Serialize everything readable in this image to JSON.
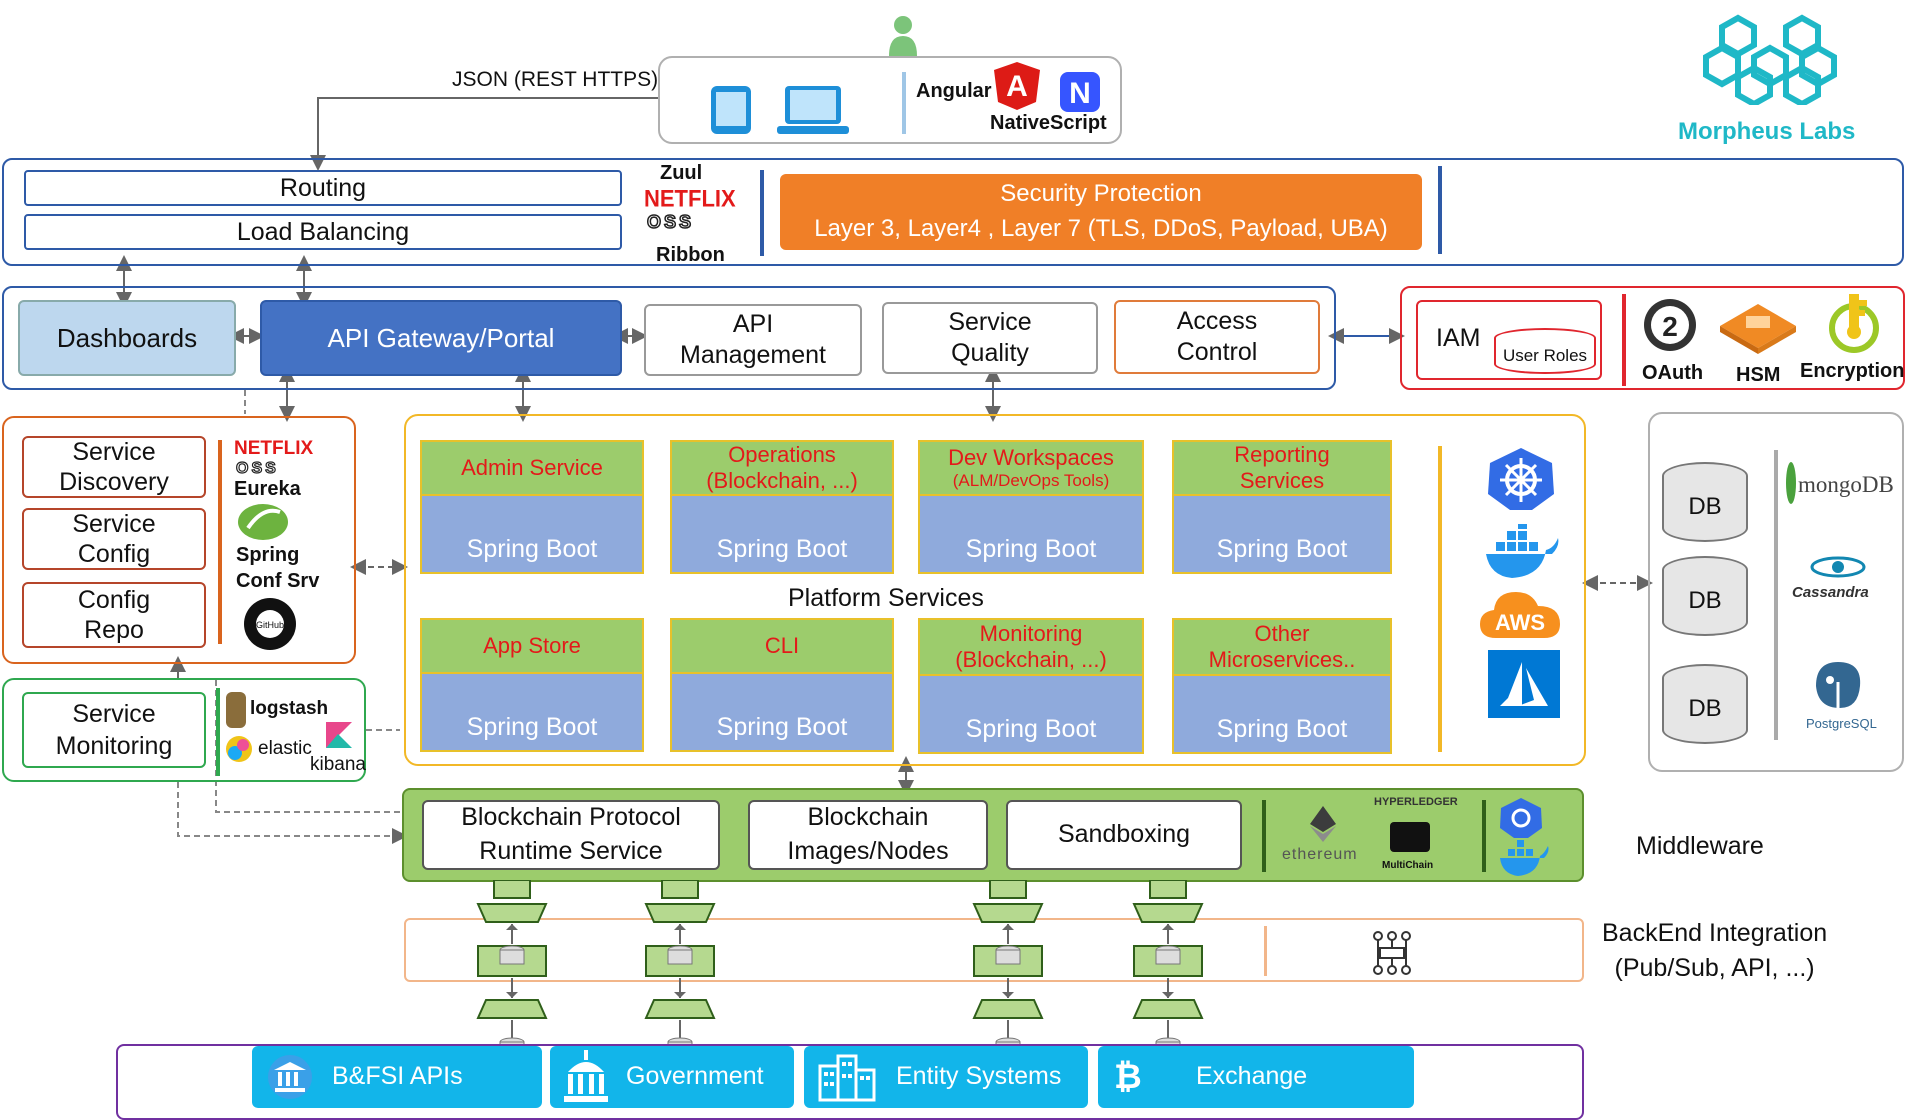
{
  "brand": {
    "name": "Morpheus Labs",
    "color": "#1fb8c7"
  },
  "client": {
    "json_label": "JSON (REST HTTPS)",
    "angular": "Angular",
    "nativescript": "NativeScript"
  },
  "routing": {
    "routing": "Routing",
    "load_balancing": "Load Balancing",
    "zuul": "Zuul",
    "netflix": "NETFLIX",
    "oss": "OSS",
    "ribbon": "Ribbon"
  },
  "security": {
    "title": "Security Protection",
    "layers": "Layer 3, Layer4 , Layer 7 (TLS, DDoS, Payload, UBA)",
    "color": "#f07f27"
  },
  "gateway": {
    "dashboards": "Dashboards",
    "api_gateway": "API Gateway/Portal",
    "api_mgmt_1": "API",
    "api_mgmt_2": "Management",
    "quality_1": "Service",
    "quality_2": "Quality",
    "access_1": "Access",
    "access_2": "Control"
  },
  "iam": {
    "iam": "IAM",
    "user_roles": "User Roles",
    "oauth": "OAuth",
    "oauth_num": "2",
    "hsm": "HSM",
    "encryption": "Encryption"
  },
  "discovery": {
    "discovery_1": "Service",
    "discovery_2": "Discovery",
    "config_1": "Service",
    "config_2": "Config",
    "repo_1": "Config",
    "repo_2": "Repo",
    "netflix": "NETFLIX",
    "oss": "OSS",
    "eureka": "Eureka",
    "spring": "Spring",
    "conf_srv": "Conf Srv",
    "github": "GitHub"
  },
  "monitoring": {
    "svc_1": "Service",
    "svc_2": "Monitoring",
    "logstash": "logstash",
    "elastic": "elastic",
    "kibana": "kibana"
  },
  "platform": {
    "title": "Platform Services",
    "spring": "Spring Boot",
    "services": [
      {
        "l1": "Admin Service",
        "l2": ""
      },
      {
        "l1": "Operations",
        "l2": "(Blockchain, ...)"
      },
      {
        "l1": "Dev Workspaces",
        "l2": "(ALM/DevOps Tools)"
      },
      {
        "l1": "Reporting",
        "l2": "Services"
      },
      {
        "l1": "App Store",
        "l2": ""
      },
      {
        "l1": "CLI",
        "l2": ""
      },
      {
        "l1": "Monitoring",
        "l2": "(Blockchain, ...)"
      },
      {
        "l1": "Other",
        "l2": "Microservices.."
      }
    ],
    "aws": "AWS"
  },
  "db": {
    "db": "DB",
    "mongo": "mongoDB",
    "cassandra": "Cassandra",
    "postgres": "PostgreSQL"
  },
  "middleware": {
    "label": "Middleware",
    "protocol_1": "Blockchain Protocol",
    "protocol_2": "Runtime Service",
    "images_1": "Blockchain",
    "images_2": "Images/Nodes",
    "sandbox": "Sandboxing",
    "ethereum": "ethereum",
    "hyperledger": "HYPERLEDGER",
    "multichain": "MultiChain"
  },
  "backend_integration": {
    "l1": "BackEnd Integration",
    "l2": "(Pub/Sub, API, ...)"
  },
  "backends": {
    "bfsi": "B&FSI APIs",
    "gov": "Government",
    "entity": "Entity Systems",
    "exchange": "Exchange"
  }
}
